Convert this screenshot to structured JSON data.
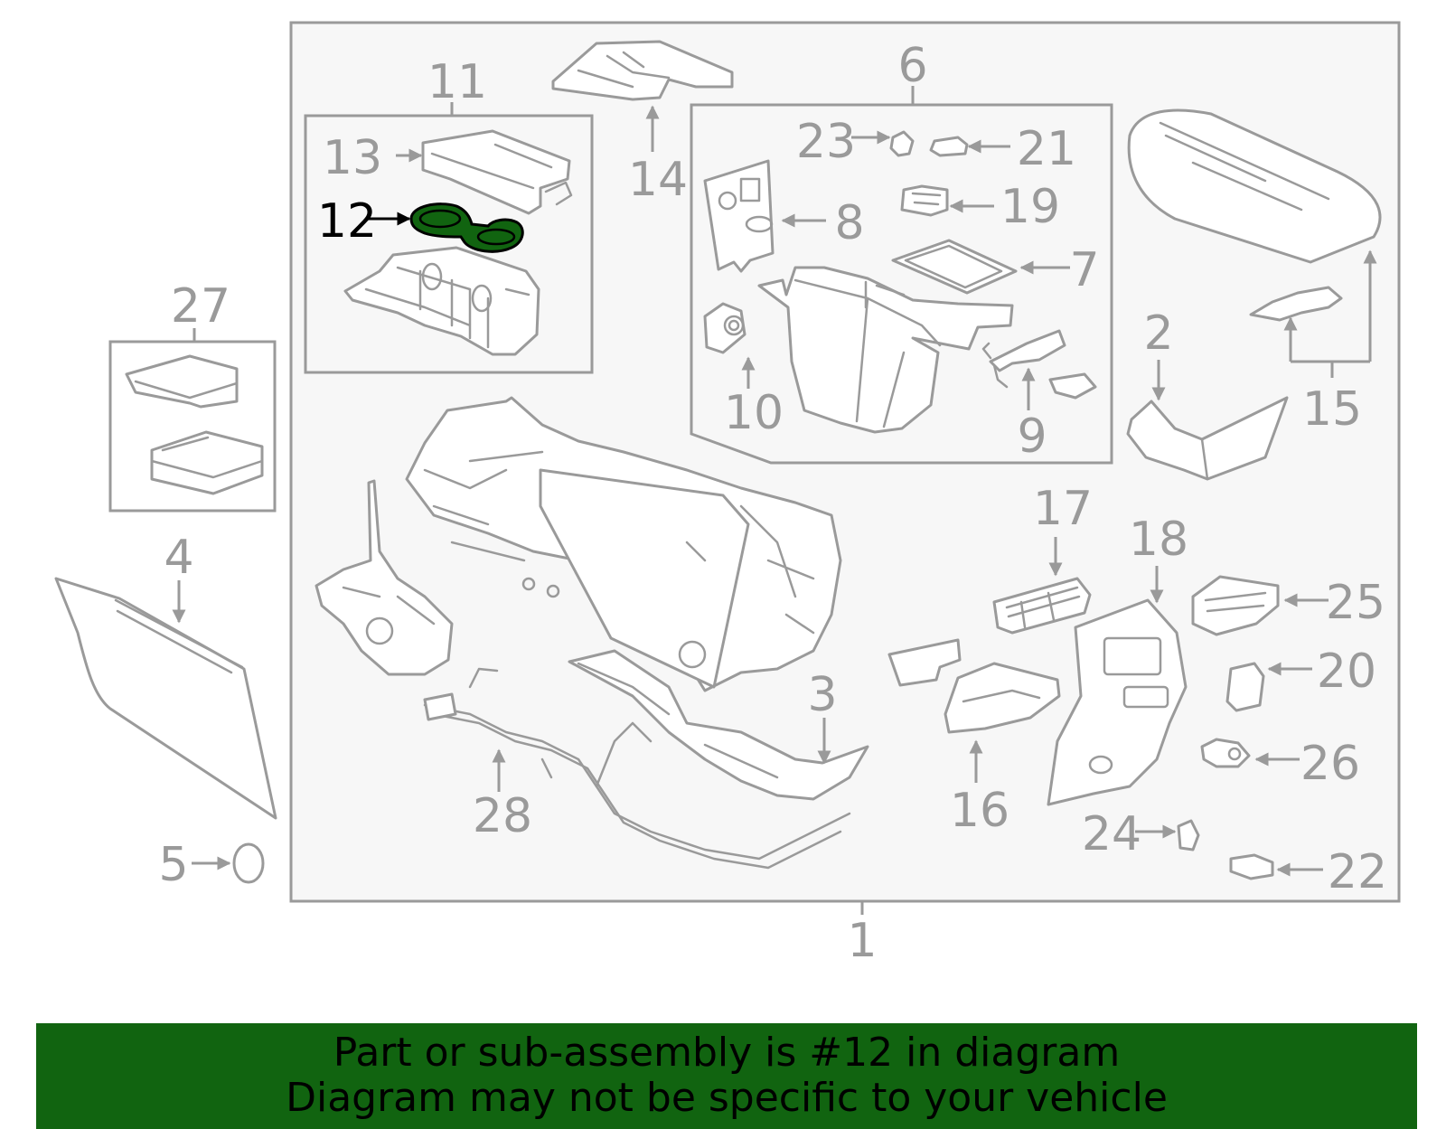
{
  "diagram": {
    "highlighted_part": "12",
    "labels": {
      "p1": "1",
      "p2": "2",
      "p3": "3",
      "p4": "4",
      "p5": "5",
      "p6": "6",
      "p7": "7",
      "p8": "8",
      "p9": "9",
      "p10": "10",
      "p11": "11",
      "p12": "12",
      "p13": "13",
      "p14": "14",
      "p15": "15",
      "p16": "16",
      "p17": "17",
      "p18": "18",
      "p19": "19",
      "p20": "20",
      "p21": "21",
      "p22": "22",
      "p23": "23",
      "p24": "24",
      "p25": "25",
      "p26": "26",
      "p27": "27",
      "p28": "28"
    }
  },
  "footer": {
    "line1": "Part or sub-assembly is #12 in diagram",
    "line2": "Diagram may not be specific to your vehicle"
  },
  "colors": {
    "line_gray": "#9a9a9a",
    "panel_bg": "#f7f7f7",
    "highlight_fill": "#116410",
    "banner_bg": "#116410",
    "text_black": "#000000"
  }
}
